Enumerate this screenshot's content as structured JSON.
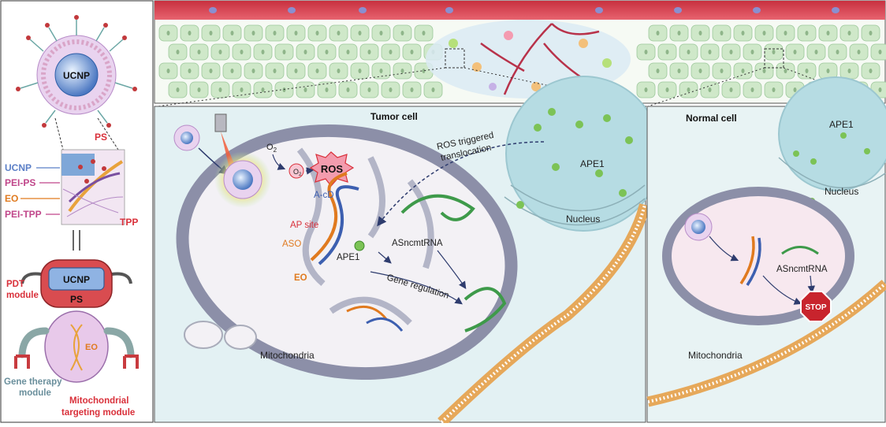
{
  "left_panel": {
    "ucnp_top": "UCNP",
    "ps": "PS",
    "ucnp_label": "UCNP",
    "pei_ps": "PEI-PS",
    "eo": "EO",
    "pei_tpp": "PEI-TPP",
    "tpp": "TPP",
    "robot_ucnp": "UCNP",
    "robot_ps": "PS",
    "robot_eo": "EO",
    "pdt_module": [
      "PDT",
      "module"
    ],
    "gene_module": [
      "Gene therapy",
      "module"
    ],
    "mito_module": [
      "Mitochondrial",
      "targeting module"
    ]
  },
  "tumor_panel": {
    "title": "Tumor cell",
    "o2": "O",
    "o2_sub": "2",
    "ros": "ROS",
    "acd": "A-cD",
    "ap_site": "AP site",
    "aso": "ASO",
    "eo": "EO",
    "ape1": "APE1",
    "asncmtrna": "ASncmtRNA",
    "gene_regulation": "Gene regulation",
    "ros_translocation": [
      "ROS triggered",
      "translocation"
    ],
    "ape1_nucleus": "APE1",
    "nucleus": "Nucleus",
    "mitochondria": "Mitochondria"
  },
  "normal_panel": {
    "title": "Normal cell",
    "ape1": "APE1",
    "nucleus": "Nucleus",
    "asncmtrna": "ASncmtRNA",
    "stop": "STOP",
    "mitochondria": "Mitochondria"
  },
  "colors": {
    "vessel": "#d6404f",
    "tissue_cell": "#cfe8c9",
    "cytoplasm": "#e3f1f3",
    "nucleus": "#b6dce3",
    "mito_outer": "#8c8fa8",
    "mito_inner": "#f3f1f5",
    "label_blue": "#5b7fc7",
    "label_pink": "#c0468a",
    "label_orange": "#e07a1f",
    "label_red": "#d9303a",
    "ros_fill": "#f39cae",
    "stop_fill": "#c8242d"
  }
}
